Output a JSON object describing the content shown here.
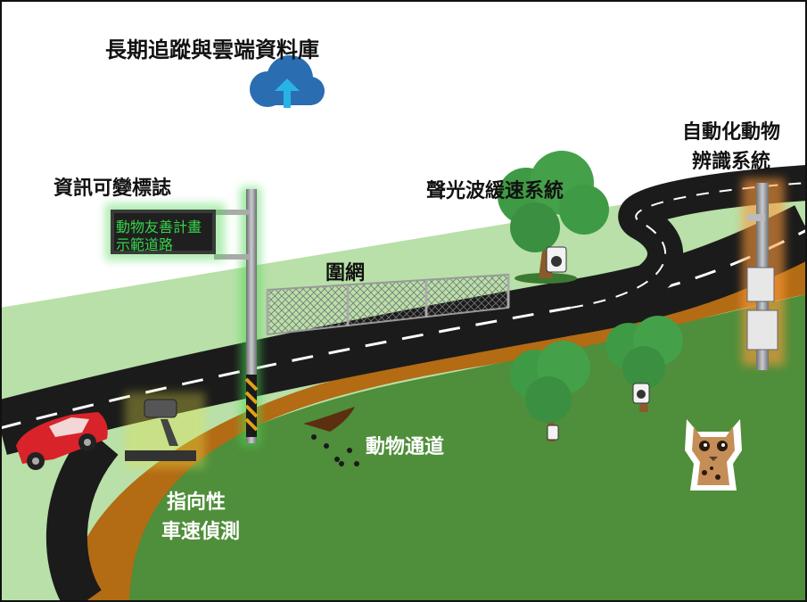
{
  "labels": {
    "cloud_db": "長期追蹤與雲端資料庫",
    "vms": "資訊可變標誌",
    "vms_sign_line1": "動物友善計畫",
    "vms_sign_line2": "示範道路",
    "fence": "圍網",
    "acoustic": "聲光波緩速系統",
    "auto_id_line1": "自動化動物",
    "auto_id_line2": "辨識系統",
    "underpass": "動物通道",
    "speed_line1": "指向性",
    "speed_line2": "車速偵測"
  },
  "colors": {
    "grass_light": "#b8e0a8",
    "grass_dark": "#4f8e3a",
    "soil": "#b36b14",
    "road": "#1b1b1b",
    "tree": "#3f9a45",
    "car": "#d9232a",
    "cloud": "#2a6db0",
    "sign_text": "#37d24a"
  },
  "icons": [
    "cloud-upload-icon",
    "car-icon",
    "leopard-cat-icon",
    "camera-trap-icon",
    "tree-icon",
    "radar-icon"
  ]
}
